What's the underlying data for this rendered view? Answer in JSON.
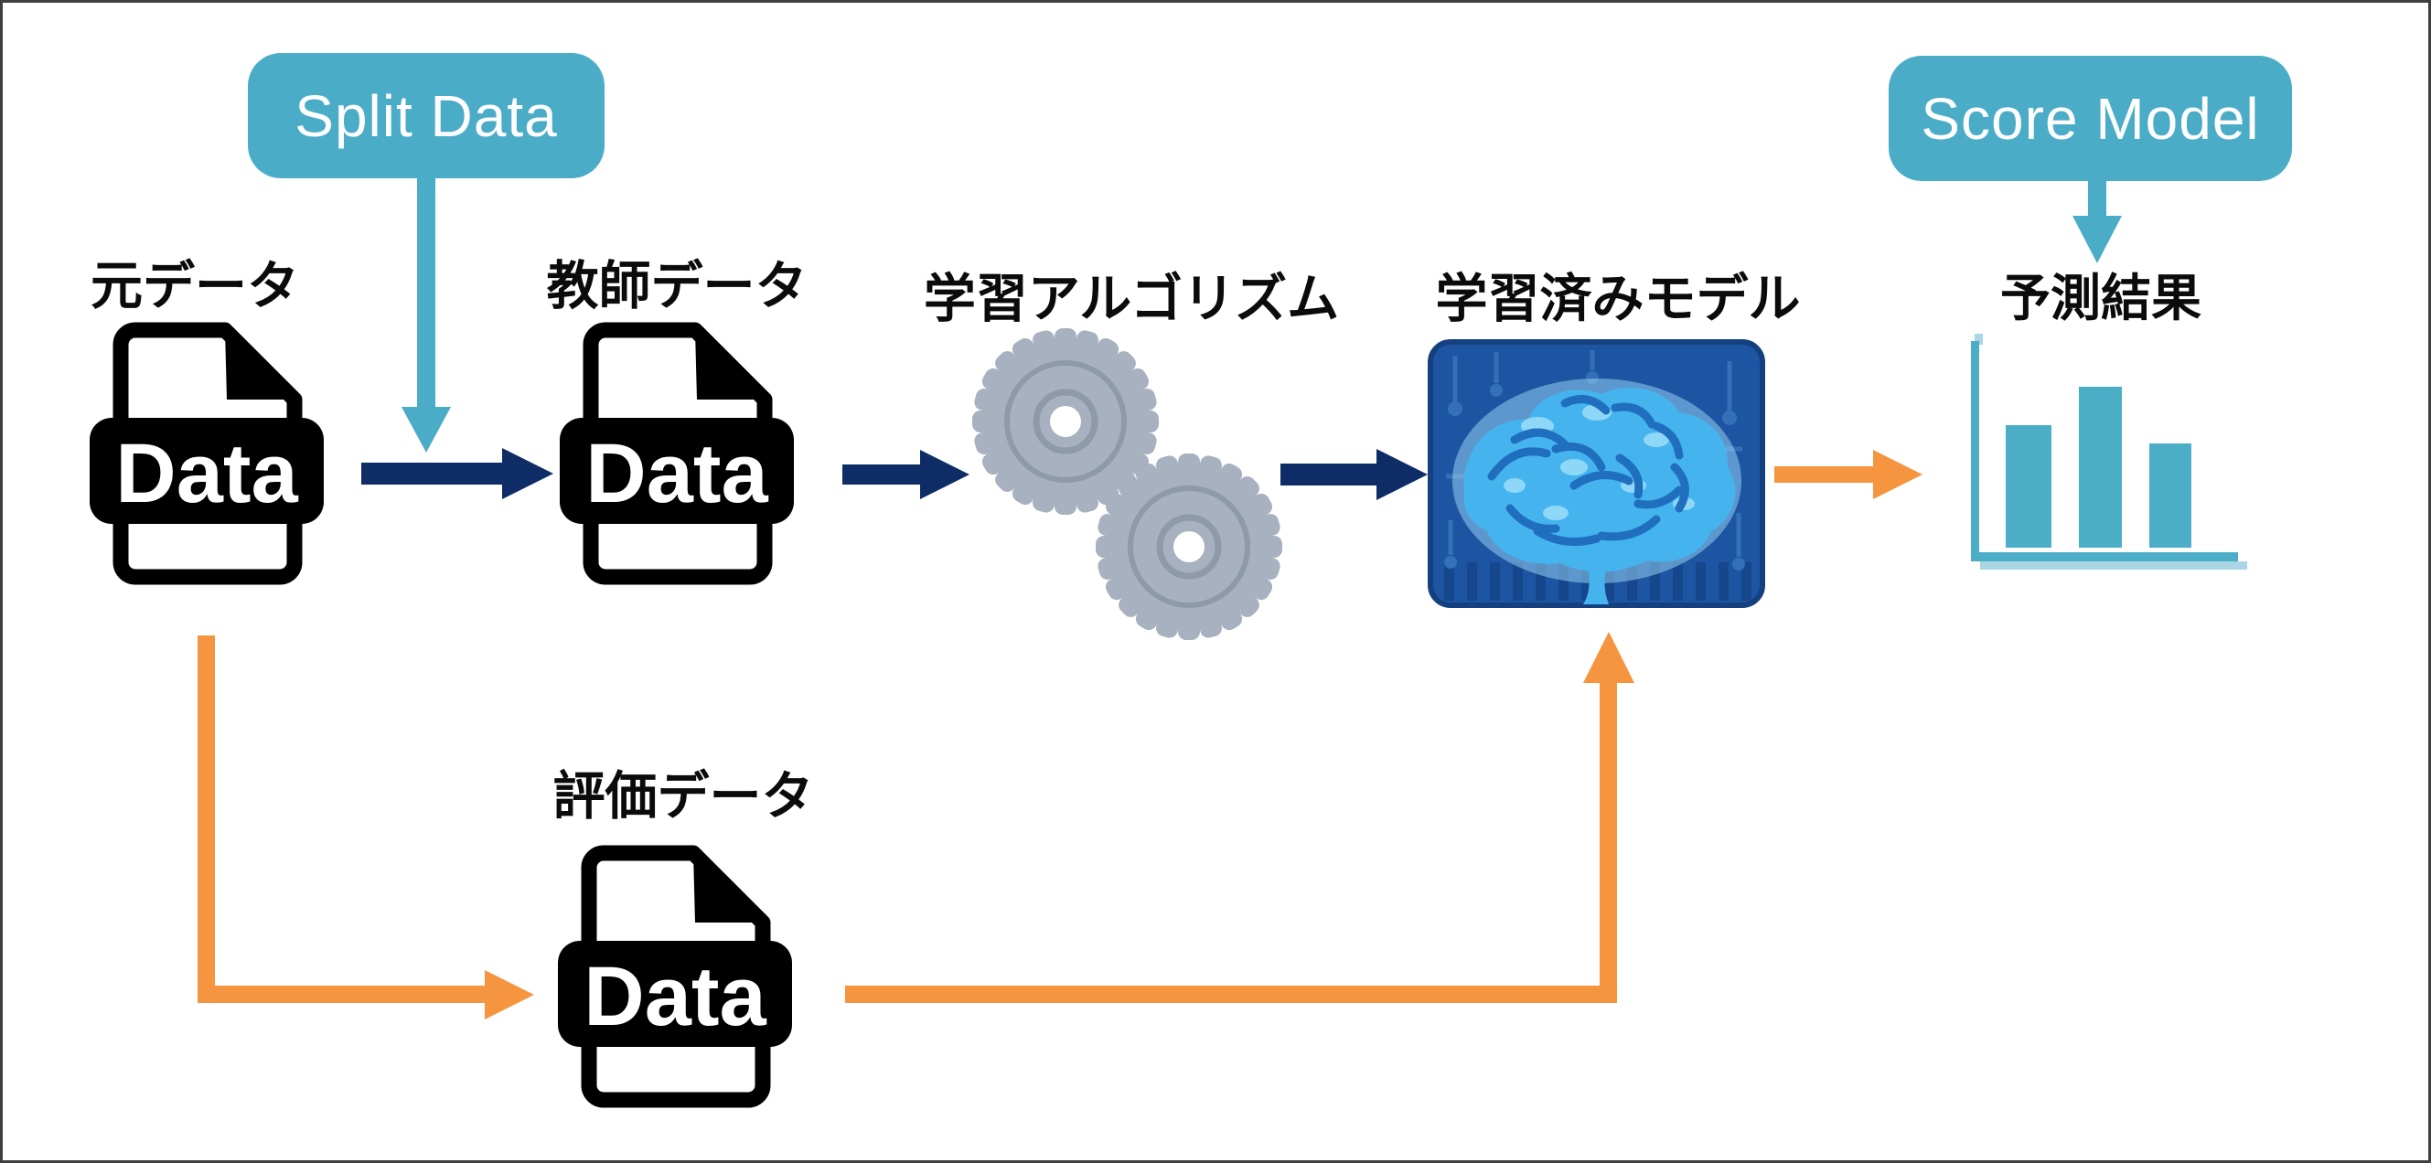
{
  "callouts": {
    "split_data": {
      "label": "Split Data"
    },
    "score_model": {
      "label": "Score Model"
    }
  },
  "nodes": {
    "source_data": {
      "label": "元データ",
      "file_text": "Data"
    },
    "training_data": {
      "label": "教師データ",
      "file_text": "Data"
    },
    "evaluation_data": {
      "label": "評価データ",
      "file_text": "Data"
    },
    "learning_algorithm": {
      "label": "学習アルゴリズム"
    },
    "trained_model": {
      "label": "学習済みモデル"
    },
    "prediction_result": {
      "label": "予測結果"
    }
  },
  "flows": [
    {
      "from": "source_data",
      "to": "training_data",
      "color": "#0E2C66"
    },
    {
      "from": "training_data",
      "to": "learning_algorithm",
      "color": "#0E2C66"
    },
    {
      "from": "learning_algorithm",
      "to": "trained_model",
      "color": "#0E2C66"
    },
    {
      "from": "trained_model",
      "to": "prediction_result",
      "color": "#F5953F"
    },
    {
      "from": "source_data",
      "to": "evaluation_data",
      "color": "#F5953F"
    },
    {
      "from": "evaluation_data",
      "to": "trained_model",
      "color": "#F5953F"
    },
    {
      "from": "split_data",
      "to": "flow source_data→training_data",
      "color": "#4BACC8"
    },
    {
      "from": "score_model",
      "to": "prediction_result",
      "color": "#4BACC8"
    }
  ],
  "colors": {
    "teal": "#4BACC8",
    "navy": "#0E2C66",
    "orange": "#F5953F",
    "gear_gray": "#A7B1BF",
    "gear_line": "#8E99A9",
    "board_blue": "#1D55A2",
    "brain_blue": "#45B4EE",
    "chart_teal": "#4BAEC6"
  },
  "chart_data": {
    "type": "bar",
    "title": "予測結果",
    "categories": [
      "",
      "",
      ""
    ],
    "values": [
      76,
      100,
      65
    ],
    "xlabel": "",
    "ylabel": "",
    "ylim": [
      0,
      100
    ],
    "grid": false,
    "legend": false,
    "tick_labels_shown": false,
    "bar_color": "#4BAEC6",
    "axis_color": "#4BAEC6"
  }
}
